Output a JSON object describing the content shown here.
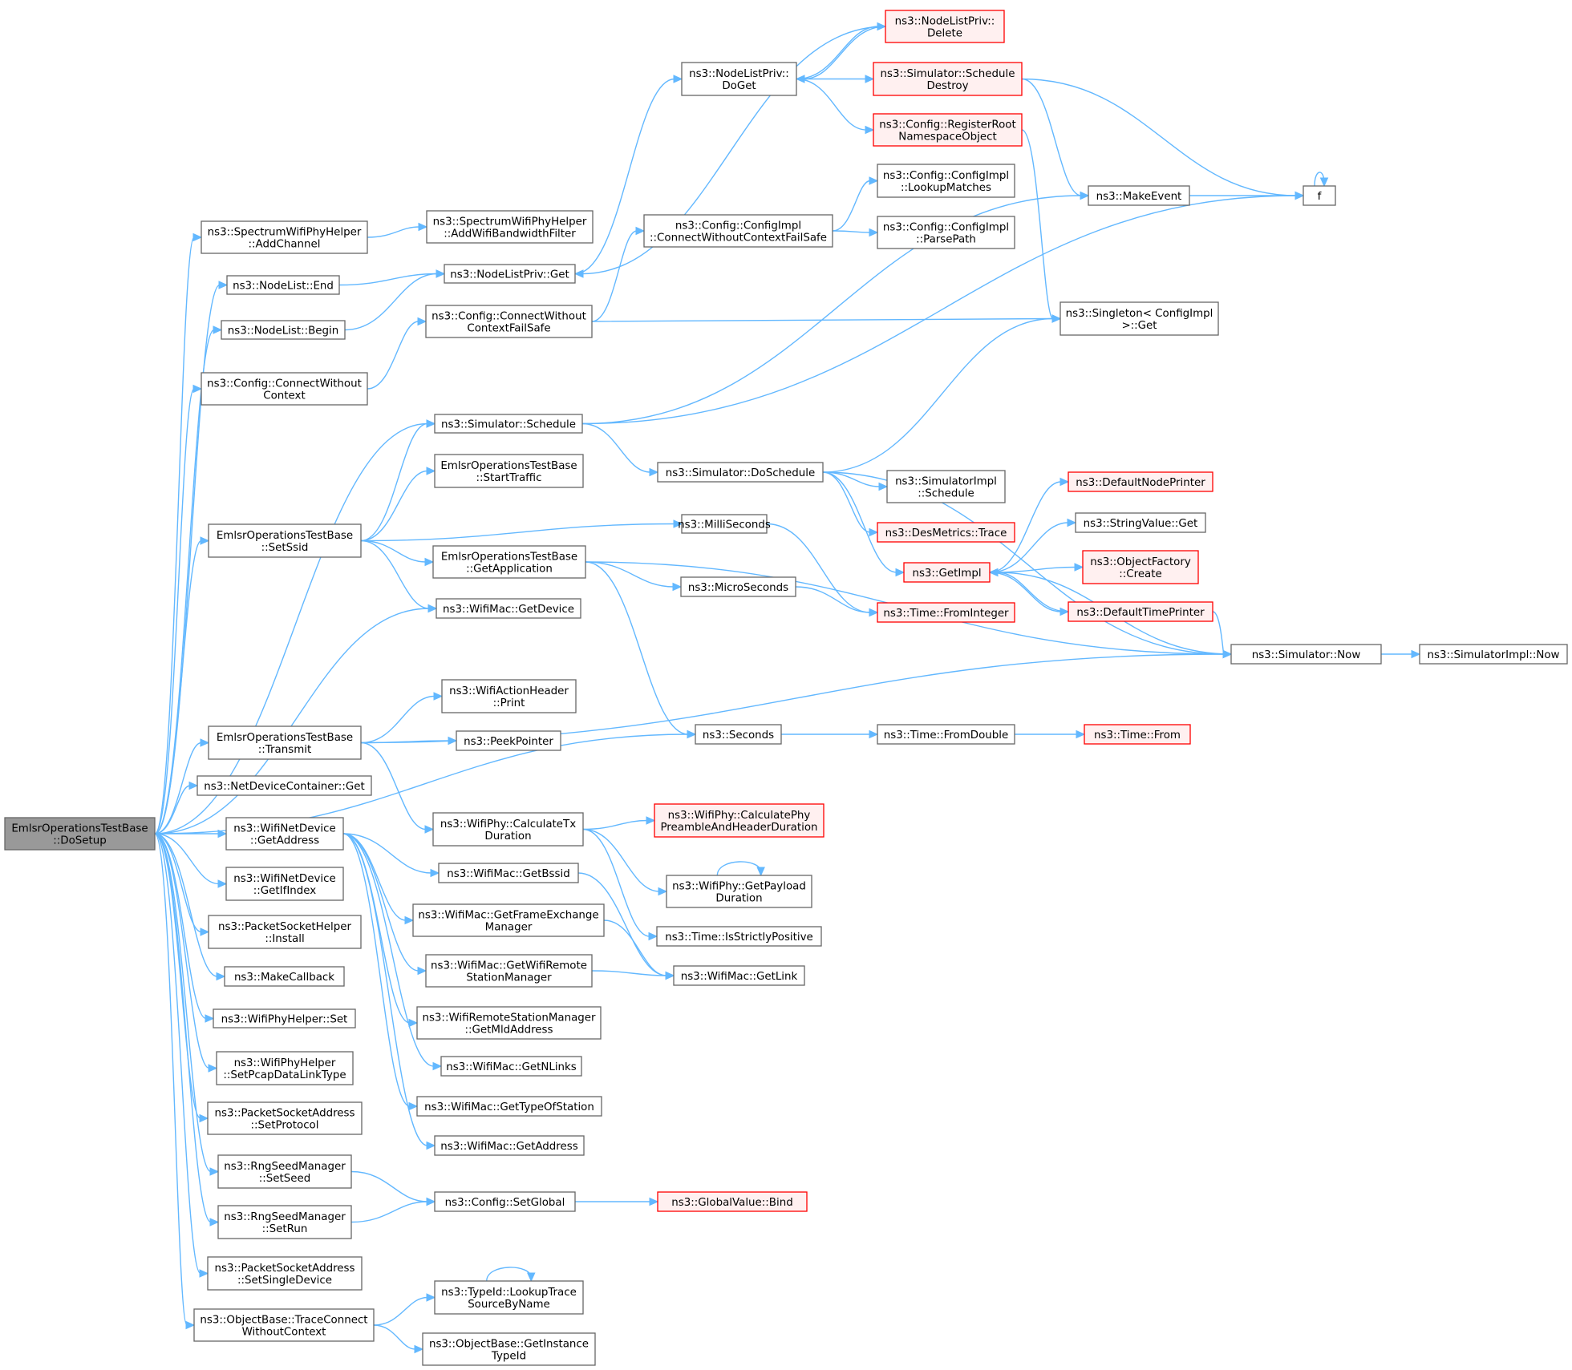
{
  "nodes": [
    {
      "id": "root",
      "lines": [
        "EmlsrOperationsTestBase",
        "::DoSetup"
      ],
      "style": "root"
    },
    {
      "id": "addChannel",
      "lines": [
        "ns3::SpectrumWifiPhyHelper",
        "::AddChannel"
      ],
      "style": "normal"
    },
    {
      "id": "addBwFilter",
      "lines": [
        "ns3::SpectrumWifiPhyHelper",
        "::AddWifiBandwidthFilter"
      ],
      "style": "normal"
    },
    {
      "id": "nlEnd",
      "lines": [
        "ns3::NodeList::End"
      ],
      "style": "normal"
    },
    {
      "id": "nlBegin",
      "lines": [
        "ns3::NodeList::Begin"
      ],
      "style": "normal"
    },
    {
      "id": "nlpGet",
      "lines": [
        "ns3::NodeListPriv::Get"
      ],
      "style": "normal"
    },
    {
      "id": "nlpDoGet",
      "lines": [
        "ns3::NodeListPriv::",
        "DoGet"
      ],
      "style": "normal"
    },
    {
      "id": "nlpDelete",
      "lines": [
        "ns3::NodeListPriv::",
        "Delete"
      ],
      "style": "trunc"
    },
    {
      "id": "schedDestroy",
      "lines": [
        "ns3::Simulator::Schedule",
        "Destroy"
      ],
      "style": "trunc"
    },
    {
      "id": "regRoot",
      "lines": [
        "ns3::Config::RegisterRoot",
        "NamespaceObject"
      ],
      "style": "trunc"
    },
    {
      "id": "cfgConnectWithout",
      "lines": [
        "ns3::Config::ConnectWithout",
        "Context"
      ],
      "style": "normal"
    },
    {
      "id": "cfgConnectWithoutFS",
      "lines": [
        "ns3::Config::ConnectWithout",
        "ContextFailSafe"
      ],
      "style": "normal"
    },
    {
      "id": "implConnectFS",
      "lines": [
        "ns3::Config::ConfigImpl",
        "::ConnectWithoutContextFailSafe"
      ],
      "style": "normal"
    },
    {
      "id": "lookupMatches",
      "lines": [
        "ns3::Config::ConfigImpl",
        "::LookupMatches"
      ],
      "style": "normal"
    },
    {
      "id": "parsePath",
      "lines": [
        "ns3::Config::ConfigImpl",
        "::ParsePath"
      ],
      "style": "normal"
    },
    {
      "id": "makeEvent",
      "lines": [
        "ns3::MakeEvent"
      ],
      "style": "normal"
    },
    {
      "id": "f",
      "lines": [
        "f"
      ],
      "style": "normal"
    },
    {
      "id": "singletonGet",
      "lines": [
        "ns3::Singleton< ConfigImpl",
        ">::Get"
      ],
      "style": "normal"
    },
    {
      "id": "simSchedule",
      "lines": [
        "ns3::Simulator::Schedule"
      ],
      "style": "normal"
    },
    {
      "id": "simDoSchedule",
      "lines": [
        "ns3::Simulator::DoSchedule"
      ],
      "style": "normal"
    },
    {
      "id": "simImplSchedule",
      "lines": [
        "ns3::SimulatorImpl",
        "::Schedule"
      ],
      "style": "normal"
    },
    {
      "id": "desTrace",
      "lines": [
        "ns3::DesMetrics::Trace"
      ],
      "style": "trunc"
    },
    {
      "id": "getImpl",
      "lines": [
        "ns3::GetImpl"
      ],
      "style": "trunc"
    },
    {
      "id": "defNodePrinter",
      "lines": [
        "ns3::DefaultNodePrinter"
      ],
      "style": "trunc"
    },
    {
      "id": "strValGet",
      "lines": [
        "ns3::StringValue::Get"
      ],
      "style": "normal"
    },
    {
      "id": "objFactCreate",
      "lines": [
        "ns3::ObjectFactory",
        "::Create"
      ],
      "style": "trunc"
    },
    {
      "id": "defTimePrinter",
      "lines": [
        "ns3::DefaultTimePrinter"
      ],
      "style": "trunc"
    },
    {
      "id": "simNow",
      "lines": [
        "ns3::Simulator::Now"
      ],
      "style": "normal"
    },
    {
      "id": "simImplNow",
      "lines": [
        "ns3::SimulatorImpl::Now"
      ],
      "style": "normal"
    },
    {
      "id": "startTraffic",
      "lines": [
        "EmlsrOperationsTestBase",
        "::StartTraffic"
      ],
      "style": "normal"
    },
    {
      "id": "setSsid",
      "lines": [
        "EmlsrOperationsTestBase",
        "::SetSsid"
      ],
      "style": "normal"
    },
    {
      "id": "milliSeconds",
      "lines": [
        "ns3::MilliSeconds"
      ],
      "style": "normal"
    },
    {
      "id": "getApplication",
      "lines": [
        "EmlsrOperationsTestBase",
        "::GetApplication"
      ],
      "style": "normal"
    },
    {
      "id": "microSeconds",
      "lines": [
        "ns3::MicroSeconds"
      ],
      "style": "normal"
    },
    {
      "id": "timeFromInteger",
      "lines": [
        "ns3::Time::FromInteger"
      ],
      "style": "trunc"
    },
    {
      "id": "wifiMacGetDevice",
      "lines": [
        "ns3::WifiMac::GetDevice"
      ],
      "style": "normal"
    },
    {
      "id": "actionPrint",
      "lines": [
        "ns3::WifiActionHeader",
        "::Print"
      ],
      "style": "normal"
    },
    {
      "id": "transmit",
      "lines": [
        "EmlsrOperationsTestBase",
        "::Transmit"
      ],
      "style": "normal"
    },
    {
      "id": "peekPointer",
      "lines": [
        "ns3::PeekPointer"
      ],
      "style": "normal"
    },
    {
      "id": "seconds",
      "lines": [
        "ns3::Seconds"
      ],
      "style": "normal"
    },
    {
      "id": "timeFromDouble",
      "lines": [
        "ns3::Time::FromDouble"
      ],
      "style": "normal"
    },
    {
      "id": "timeFrom",
      "lines": [
        "ns3::Time::From"
      ],
      "style": "trunc"
    },
    {
      "id": "ndcGet",
      "lines": [
        "ns3::NetDeviceContainer::Get"
      ],
      "style": "normal"
    },
    {
      "id": "calcTxDur",
      "lines": [
        "ns3::WifiPhy::CalculateTx",
        "Duration"
      ],
      "style": "normal"
    },
    {
      "id": "calcPhyPreamble",
      "lines": [
        "ns3::WifiPhy::CalculatePhy",
        "PreambleAndHeaderDuration"
      ],
      "style": "trunc"
    },
    {
      "id": "wndGetAddress",
      "lines": [
        "ns3::WifiNetDevice",
        "::GetAddress"
      ],
      "style": "normal"
    },
    {
      "id": "getBssid",
      "lines": [
        "ns3::WifiMac::GetBssid"
      ],
      "style": "normal"
    },
    {
      "id": "getPayloadDur",
      "lines": [
        "ns3::WifiPhy::GetPayload",
        "Duration"
      ],
      "style": "normal"
    },
    {
      "id": "wndGetIfIndex",
      "lines": [
        "ns3::WifiNetDevice",
        "::GetIfIndex"
      ],
      "style": "normal"
    },
    {
      "id": "getFem",
      "lines": [
        "ns3::WifiMac::GetFrameExchange",
        "Manager"
      ],
      "style": "normal"
    },
    {
      "id": "isStrictlyPos",
      "lines": [
        "ns3::Time::IsStrictlyPositive"
      ],
      "style": "normal"
    },
    {
      "id": "psHelperInstall",
      "lines": [
        "ns3::PacketSocketHelper",
        "::Install"
      ],
      "style": "normal"
    },
    {
      "id": "getWrsm",
      "lines": [
        "ns3::WifiMac::GetWifiRemote",
        "StationManager"
      ],
      "style": "normal"
    },
    {
      "id": "getLink",
      "lines": [
        "ns3::WifiMac::GetLink"
      ],
      "style": "normal"
    },
    {
      "id": "makeCallback",
      "lines": [
        "ns3::MakeCallback"
      ],
      "style": "normal"
    },
    {
      "id": "getMldAddress",
      "lines": [
        "ns3::WifiRemoteStationManager",
        "::GetMldAddress"
      ],
      "style": "normal"
    },
    {
      "id": "phyHelperSet",
      "lines": [
        "ns3::WifiPhyHelper::Set"
      ],
      "style": "normal"
    },
    {
      "id": "getNLinks",
      "lines": [
        "ns3::WifiMac::GetNLinks"
      ],
      "style": "normal"
    },
    {
      "id": "setPcap",
      "lines": [
        "ns3::WifiPhyHelper",
        "::SetPcapDataLinkType"
      ],
      "style": "normal"
    },
    {
      "id": "getTypeOfStation",
      "lines": [
        "ns3::WifiMac::GetTypeOfStation"
      ],
      "style": "normal"
    },
    {
      "id": "psaSetProtocol",
      "lines": [
        "ns3::PacketSocketAddress",
        "::SetProtocol"
      ],
      "style": "normal"
    },
    {
      "id": "macGetAddress",
      "lines": [
        "ns3::WifiMac::GetAddress"
      ],
      "style": "normal"
    },
    {
      "id": "rngSetSeed",
      "lines": [
        "ns3::RngSeedManager",
        "::SetSeed"
      ],
      "style": "normal"
    },
    {
      "id": "setGlobal",
      "lines": [
        "ns3::Config::SetGlobal"
      ],
      "style": "normal"
    },
    {
      "id": "gvBind",
      "lines": [
        "ns3::GlobalValue::Bind"
      ],
      "style": "trunc"
    },
    {
      "id": "rngSetRun",
      "lines": [
        "ns3::RngSeedManager",
        "::SetRun"
      ],
      "style": "normal"
    },
    {
      "id": "psaSetSingleDevice",
      "lines": [
        "ns3::PacketSocketAddress",
        "::SetSingleDevice"
      ],
      "style": "normal"
    },
    {
      "id": "traceConnectWC",
      "lines": [
        "ns3::ObjectBase::TraceConnect",
        "WithoutContext"
      ],
      "style": "normal"
    },
    {
      "id": "lookupTraceSource",
      "lines": [
        "ns3::TypeId::LookupTrace",
        "SourceByName"
      ],
      "style": "normal"
    },
    {
      "id": "getInstanceTypeId",
      "lines": [
        "ns3::ObjectBase::GetInstance",
        "TypeId"
      ],
      "style": "normal"
    }
  ],
  "edges": [
    [
      "root",
      "addChannel"
    ],
    [
      "root",
      "nlEnd"
    ],
    [
      "root",
      "nlBegin"
    ],
    [
      "root",
      "cfgConnectWithout"
    ],
    [
      "root",
      "simSchedule"
    ],
    [
      "root",
      "setSsid"
    ],
    [
      "root",
      "wifiMacGetDevice"
    ],
    [
      "root",
      "seconds"
    ],
    [
      "root",
      "transmit"
    ],
    [
      "root",
      "ndcGet"
    ],
    [
      "root",
      "wndGetAddress"
    ],
    [
      "root",
      "wndGetIfIndex"
    ],
    [
      "root",
      "psHelperInstall"
    ],
    [
      "root",
      "makeCallback"
    ],
    [
      "root",
      "phyHelperSet"
    ],
    [
      "root",
      "setPcap"
    ],
    [
      "root",
      "psaSetProtocol"
    ],
    [
      "root",
      "rngSetSeed"
    ],
    [
      "root",
      "rngSetRun"
    ],
    [
      "root",
      "psaSetSingleDevice"
    ],
    [
      "root",
      "traceConnectWC"
    ],
    [
      "addChannel",
      "addBwFilter"
    ],
    [
      "nlEnd",
      "nlpGet"
    ],
    [
      "nlBegin",
      "nlpGet"
    ],
    [
      "nlpGet",
      "nlpDoGet"
    ],
    [
      "nlpDoGet",
      "nlpDelete"
    ],
    [
      "nlpDelete",
      "nlpDoGet"
    ],
    [
      "nlpDelete",
      "nlpGet"
    ],
    [
      "nlpDoGet",
      "schedDestroy"
    ],
    [
      "nlpDoGet",
      "regRoot"
    ],
    [
      "schedDestroy",
      "makeEvent"
    ],
    [
      "schedDestroy",
      "f"
    ],
    [
      "regRoot",
      "singletonGet"
    ],
    [
      "cfgConnectWithout",
      "cfgConnectWithoutFS"
    ],
    [
      "cfgConnectWithoutFS",
      "implConnectFS"
    ],
    [
      "cfgConnectWithoutFS",
      "singletonGet"
    ],
    [
      "implConnectFS",
      "lookupMatches"
    ],
    [
      "implConnectFS",
      "parsePath"
    ],
    [
      "makeEvent",
      "f"
    ],
    [
      "f",
      "f"
    ],
    [
      "simSchedule",
      "makeEvent"
    ],
    [
      "simSchedule",
      "f"
    ],
    [
      "simSchedule",
      "simDoSchedule"
    ],
    [
      "simDoSchedule",
      "singletonGet"
    ],
    [
      "simDoSchedule",
      "simNow"
    ],
    [
      "simDoSchedule",
      "simImplSchedule"
    ],
    [
      "simDoSchedule",
      "desTrace"
    ],
    [
      "simDoSchedule",
      "getImpl"
    ],
    [
      "getImpl",
      "defNodePrinter"
    ],
    [
      "getImpl",
      "strValGet"
    ],
    [
      "getImpl",
      "objFactCreate"
    ],
    [
      "getImpl",
      "defTimePrinter"
    ],
    [
      "defTimePrinter",
      "getImpl"
    ],
    [
      "defTimePrinter",
      "simNow"
    ],
    [
      "simNow",
      "getImpl"
    ],
    [
      "simNow",
      "simImplNow"
    ],
    [
      "setSsid",
      "simSchedule"
    ],
    [
      "setSsid",
      "startTraffic"
    ],
    [
      "setSsid",
      "milliSeconds"
    ],
    [
      "setSsid",
      "getApplication"
    ],
    [
      "setSsid",
      "wifiMacGetDevice"
    ],
    [
      "milliSeconds",
      "timeFromInteger"
    ],
    [
      "getApplication",
      "microSeconds"
    ],
    [
      "getApplication",
      "simNow"
    ],
    [
      "getApplication",
      "seconds"
    ],
    [
      "microSeconds",
      "timeFromInteger"
    ],
    [
      "transmit",
      "actionPrint"
    ],
    [
      "transmit",
      "peekPointer"
    ],
    [
      "transmit",
      "simNow"
    ],
    [
      "transmit",
      "calcTxDur"
    ],
    [
      "seconds",
      "timeFromDouble"
    ],
    [
      "timeFromDouble",
      "timeFrom"
    ],
    [
      "calcTxDur",
      "calcPhyPreamble"
    ],
    [
      "calcTxDur",
      "getPayloadDur"
    ],
    [
      "calcTxDur",
      "isStrictlyPos"
    ],
    [
      "getPayloadDur",
      "getPayloadDur"
    ],
    [
      "wndGetAddress",
      "getBssid"
    ],
    [
      "wndGetAddress",
      "getFem"
    ],
    [
      "wndGetAddress",
      "getWrsm"
    ],
    [
      "wndGetAddress",
      "getMldAddress"
    ],
    [
      "wndGetAddress",
      "getNLinks"
    ],
    [
      "wndGetAddress",
      "getTypeOfStation"
    ],
    [
      "wndGetAddress",
      "macGetAddress"
    ],
    [
      "getBssid",
      "getLink"
    ],
    [
      "getFem",
      "getLink"
    ],
    [
      "getWrsm",
      "getLink"
    ],
    [
      "rngSetSeed",
      "setGlobal"
    ],
    [
      "rngSetRun",
      "setGlobal"
    ],
    [
      "setGlobal",
      "gvBind"
    ],
    [
      "traceConnectWC",
      "lookupTraceSource"
    ],
    [
      "traceConnectWC",
      "getInstanceTypeId"
    ],
    [
      "lookupTraceSource",
      "lookupTraceSource"
    ]
  ]
}
